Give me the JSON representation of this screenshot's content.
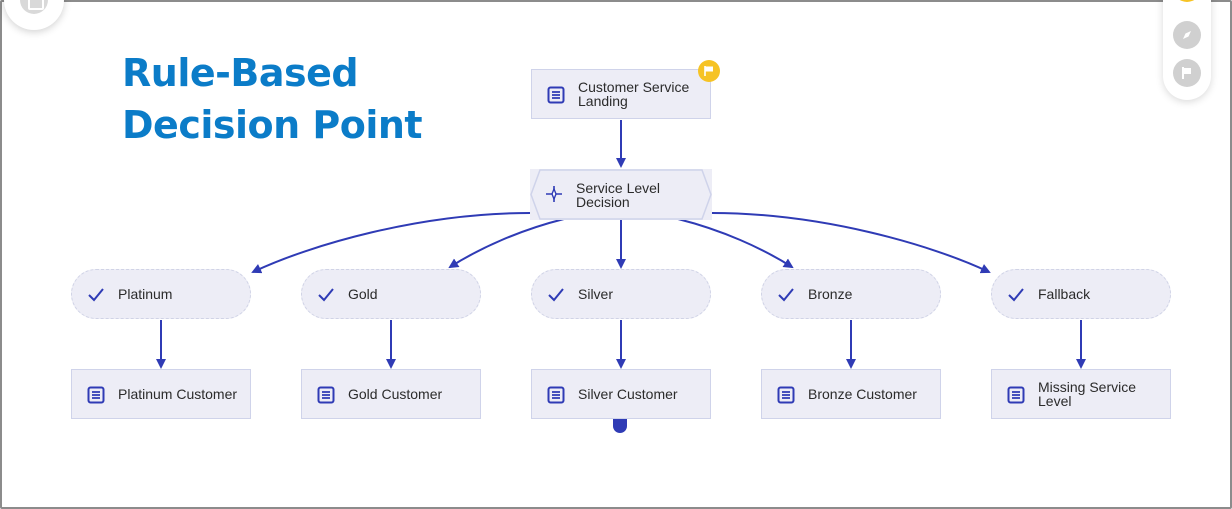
{
  "title": {
    "line1": "Rule-Based",
    "line2": "Decision Point"
  },
  "nodes": {
    "landing": {
      "label": "Customer Service Landing",
      "type": "page",
      "flagged": true
    },
    "decision": {
      "label": "Service Level Decision",
      "type": "decision"
    },
    "branches": [
      {
        "label": "Platinum",
        "type": "condition"
      },
      {
        "label": "Gold",
        "type": "condition"
      },
      {
        "label": "Silver",
        "type": "condition"
      },
      {
        "label": "Bronze",
        "type": "condition"
      },
      {
        "label": "Fallback",
        "type": "condition"
      }
    ],
    "targets": [
      {
        "label": "Platinum Customer",
        "type": "page"
      },
      {
        "label": "Gold Customer",
        "type": "page"
      },
      {
        "label": "Silver Customer",
        "type": "page"
      },
      {
        "label": "Bronze Customer",
        "type": "page"
      },
      {
        "label": "Missing Service Level",
        "type": "page"
      }
    ]
  },
  "icons": {
    "page": "page-icon",
    "decision": "decision-icon",
    "condition": "check-icon",
    "flag": "flag-icon",
    "compass": "compass-icon",
    "home": "home-icon"
  },
  "colors": {
    "title": "#0b7cc8",
    "edge": "#2f3bb5",
    "node_fill": "#ededf6",
    "node_border": "#cfd3ea",
    "badge": "#f6c324"
  }
}
